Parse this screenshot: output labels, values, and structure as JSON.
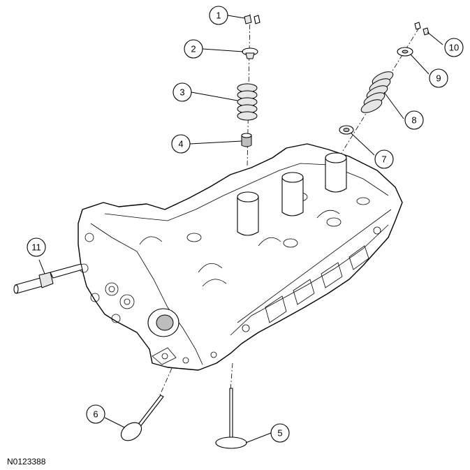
{
  "figure_id": "N0123388",
  "callouts": [
    "1",
    "2",
    "3",
    "4",
    "5",
    "6",
    "7",
    "8",
    "9",
    "10",
    "11"
  ],
  "colors": {
    "line": "#000000",
    "background": "#ffffff",
    "shade": "#bdbdbd"
  }
}
